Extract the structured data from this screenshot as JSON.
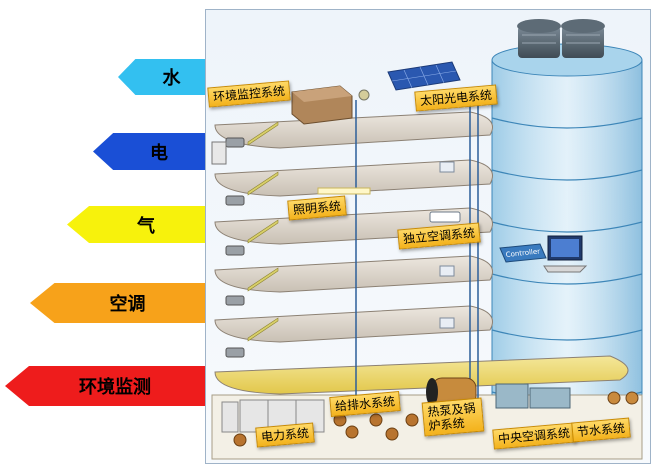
{
  "left_arrows": [
    {
      "label": "水",
      "color": "#33c0f0"
    },
    {
      "label": "电",
      "color": "#1a4fd6"
    },
    {
      "label": "气",
      "color": "#f7f20c"
    },
    {
      "label": "空调",
      "color": "#f7a21a"
    },
    {
      "label": "环境监测",
      "color": "#ee1c1c"
    }
  ],
  "system_labels": {
    "env_monitor": "环境监控系统",
    "solar": "太阳光电系统",
    "lighting": "照明系统",
    "independent_ac": "独立空调系统",
    "power": "电力系统",
    "water_supply": "给排水系统",
    "heat_pump": "热泵及锅炉系统",
    "central_ac": "中央空调系统",
    "water_saving": "节水系统"
  },
  "controller_text": "Controller"
}
